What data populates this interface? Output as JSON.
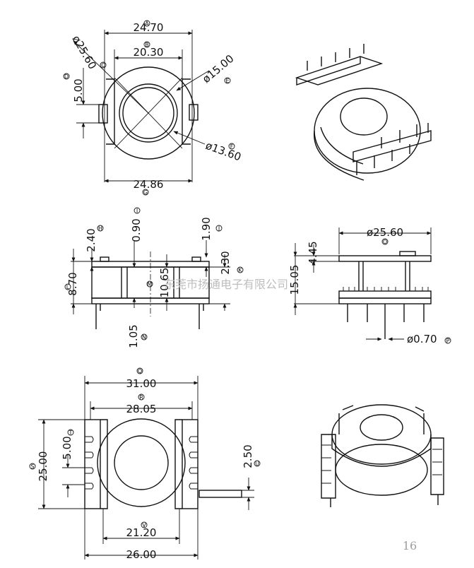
{
  "top_view": {
    "dim_top_outer": "24.70",
    "dim_top_inner": "20.30",
    "dim_diag": "ø25.60",
    "dim_left": "5.00",
    "dim_circle_outer": "ø15.00",
    "dim_circle_inner": "ø13.60",
    "dim_bottom": "24.86"
  },
  "front_view": {
    "dim_24": "2.40",
    "dim_09": "0.90",
    "dim_19": "1.90",
    "dim_23": "2.30",
    "dim_87": "8.70",
    "dim_1065": "10.65",
    "dim_105": "1.05"
  },
  "side_view": {
    "dim_width": "ø25.60",
    "dim_445": "4.45",
    "dim_1505": "15.05",
    "dim_pin": "ø0.70"
  },
  "bottom_view": {
    "dim_31": "31.00",
    "dim_2805": "28.05",
    "dim_25": "25.00",
    "dim_5": "5.00",
    "dim_25b": "2.50",
    "dim_212": "21.20",
    "dim_26": "26.00"
  },
  "markers": [
    "A",
    "B",
    "C",
    "D",
    "E",
    "F",
    "G",
    "H",
    "I",
    "J",
    "K",
    "L",
    "M",
    "N",
    "O",
    "P",
    "Q",
    "R",
    "S",
    "T",
    "U",
    "V"
  ],
  "watermark": "东莞市扬通电子有限公司",
  "page_number": "16"
}
